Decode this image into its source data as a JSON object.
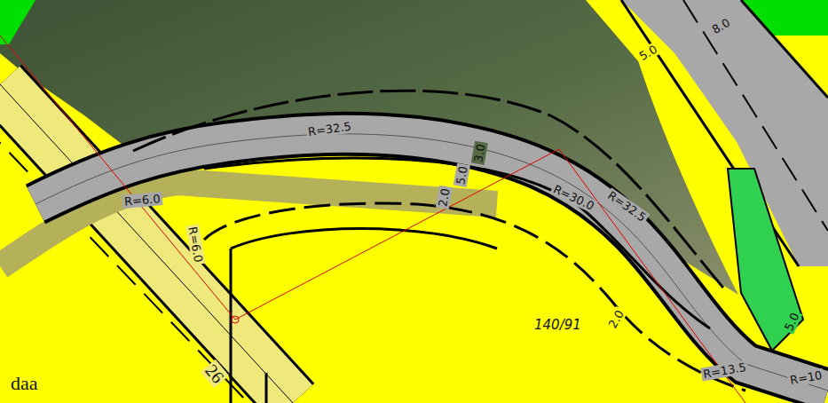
{
  "diagram": {
    "labels": [
      "8.0",
      "5.0",
      "R=32.5",
      "2.0",
      "5.0",
      "3.0",
      "R=6.0",
      "R=6.0",
      "R=30.0",
      "R=32.5",
      "140/91",
      "2.0",
      "R=13.5",
      "R=10",
      "5.0",
      "daa",
      "26"
    ]
  }
}
